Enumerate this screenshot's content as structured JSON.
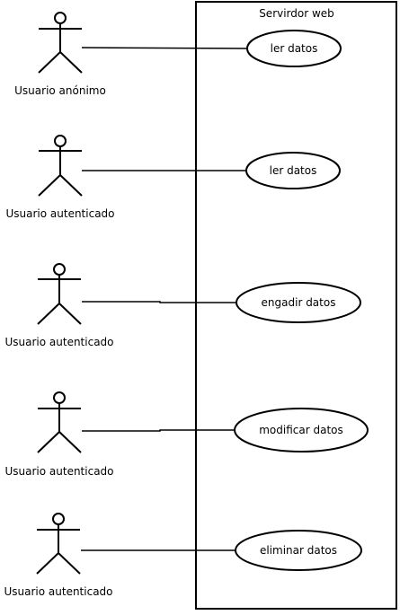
{
  "system": {
    "title": "Servirdor web"
  },
  "actors": [
    {
      "label": "Usuario anónimo"
    },
    {
      "label": "Usuario autenticado"
    },
    {
      "label": "Usuario autenticado"
    },
    {
      "label": "Usuario autenticado"
    },
    {
      "label": "Usuario autenticado"
    }
  ],
  "use_cases": [
    {
      "label": "ler datos"
    },
    {
      "label": "ler datos"
    },
    {
      "label": "engadir datos"
    },
    {
      "label": "modificar datos"
    },
    {
      "label": "eliminar datos"
    }
  ],
  "colors": {
    "stroke": "#000000",
    "background": "#ffffff"
  }
}
